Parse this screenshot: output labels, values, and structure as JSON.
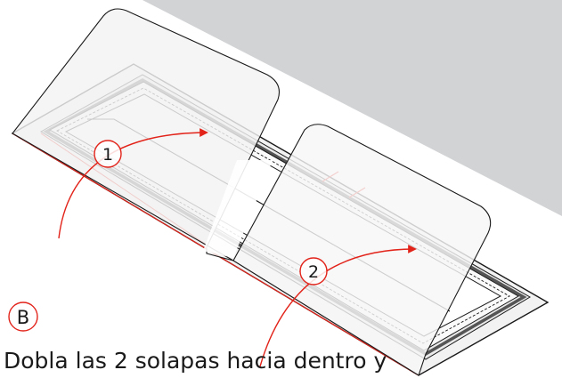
{
  "step_label": "B",
  "callouts": [
    {
      "number": "1"
    },
    {
      "number": "2"
    }
  ],
  "caption": "Dobla las 2 solapas hacia dentro y",
  "colors": {
    "accent_red": "#e2231a",
    "background_gray": "#d2d3d5",
    "outline": "#1a1a1a",
    "panel_fill": "#f4f4f4",
    "flap_fill": "#f7f7f7"
  }
}
